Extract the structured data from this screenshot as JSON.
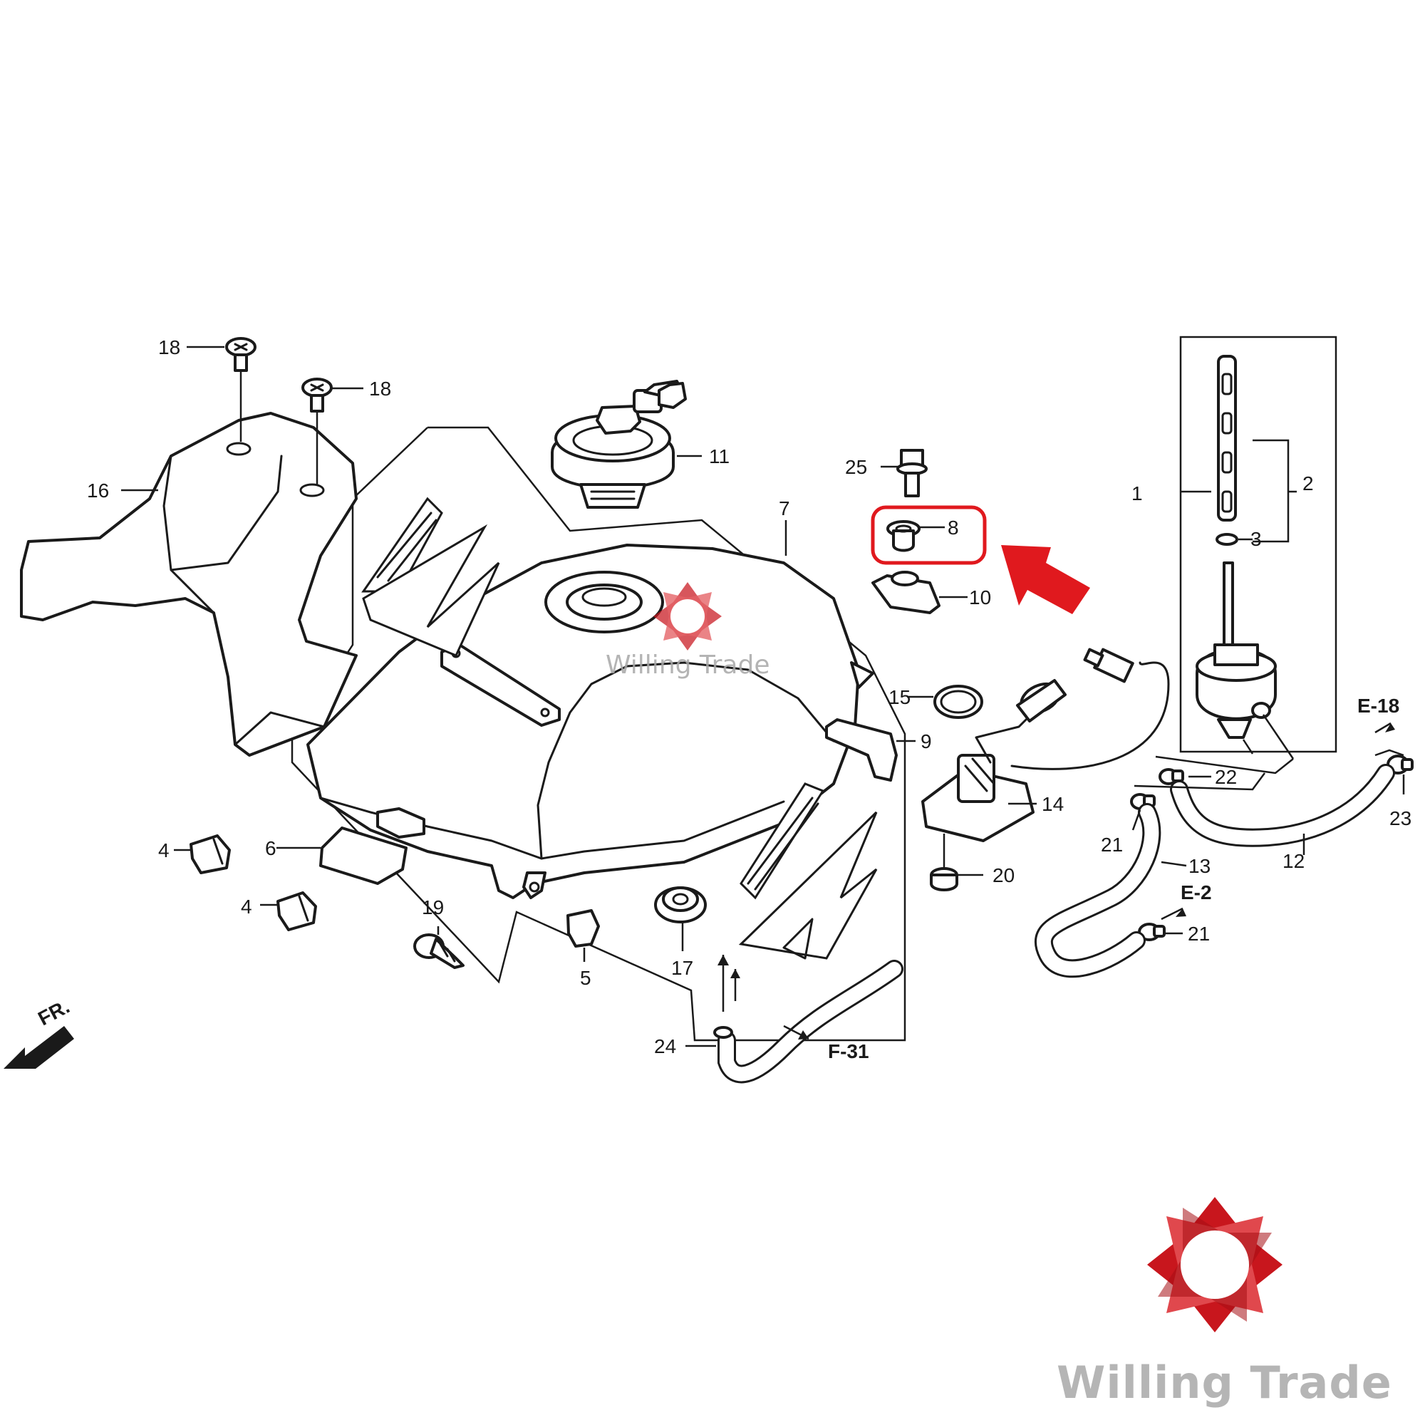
{
  "brand": {
    "name": "Willing Trade",
    "watermark": "Willing Trade",
    "accent": "#c8161d",
    "text_color": "#b5b5b5"
  },
  "highlight": {
    "part": "8",
    "color": "#e0191e"
  },
  "callouts": {
    "c1": "1",
    "c2": "2",
    "c3": "3",
    "c4a": "4",
    "c4b": "4",
    "c5": "5",
    "c6": "6",
    "c7": "7",
    "c8": "8",
    "c9": "9",
    "c10": "10",
    "c11": "11",
    "c12": "12",
    "c13": "13",
    "c14": "14",
    "c15": "15",
    "c16": "16",
    "c17": "17",
    "c18a": "18",
    "c18b": "18",
    "c19": "19",
    "c20": "20",
    "c21a": "21",
    "c21b": "21",
    "c22": "22",
    "c23": "23",
    "c24": "24",
    "c25": "25"
  },
  "refs": {
    "e18": "E-18",
    "e2": "E-2",
    "f31": "F-31",
    "fr": "FR."
  }
}
